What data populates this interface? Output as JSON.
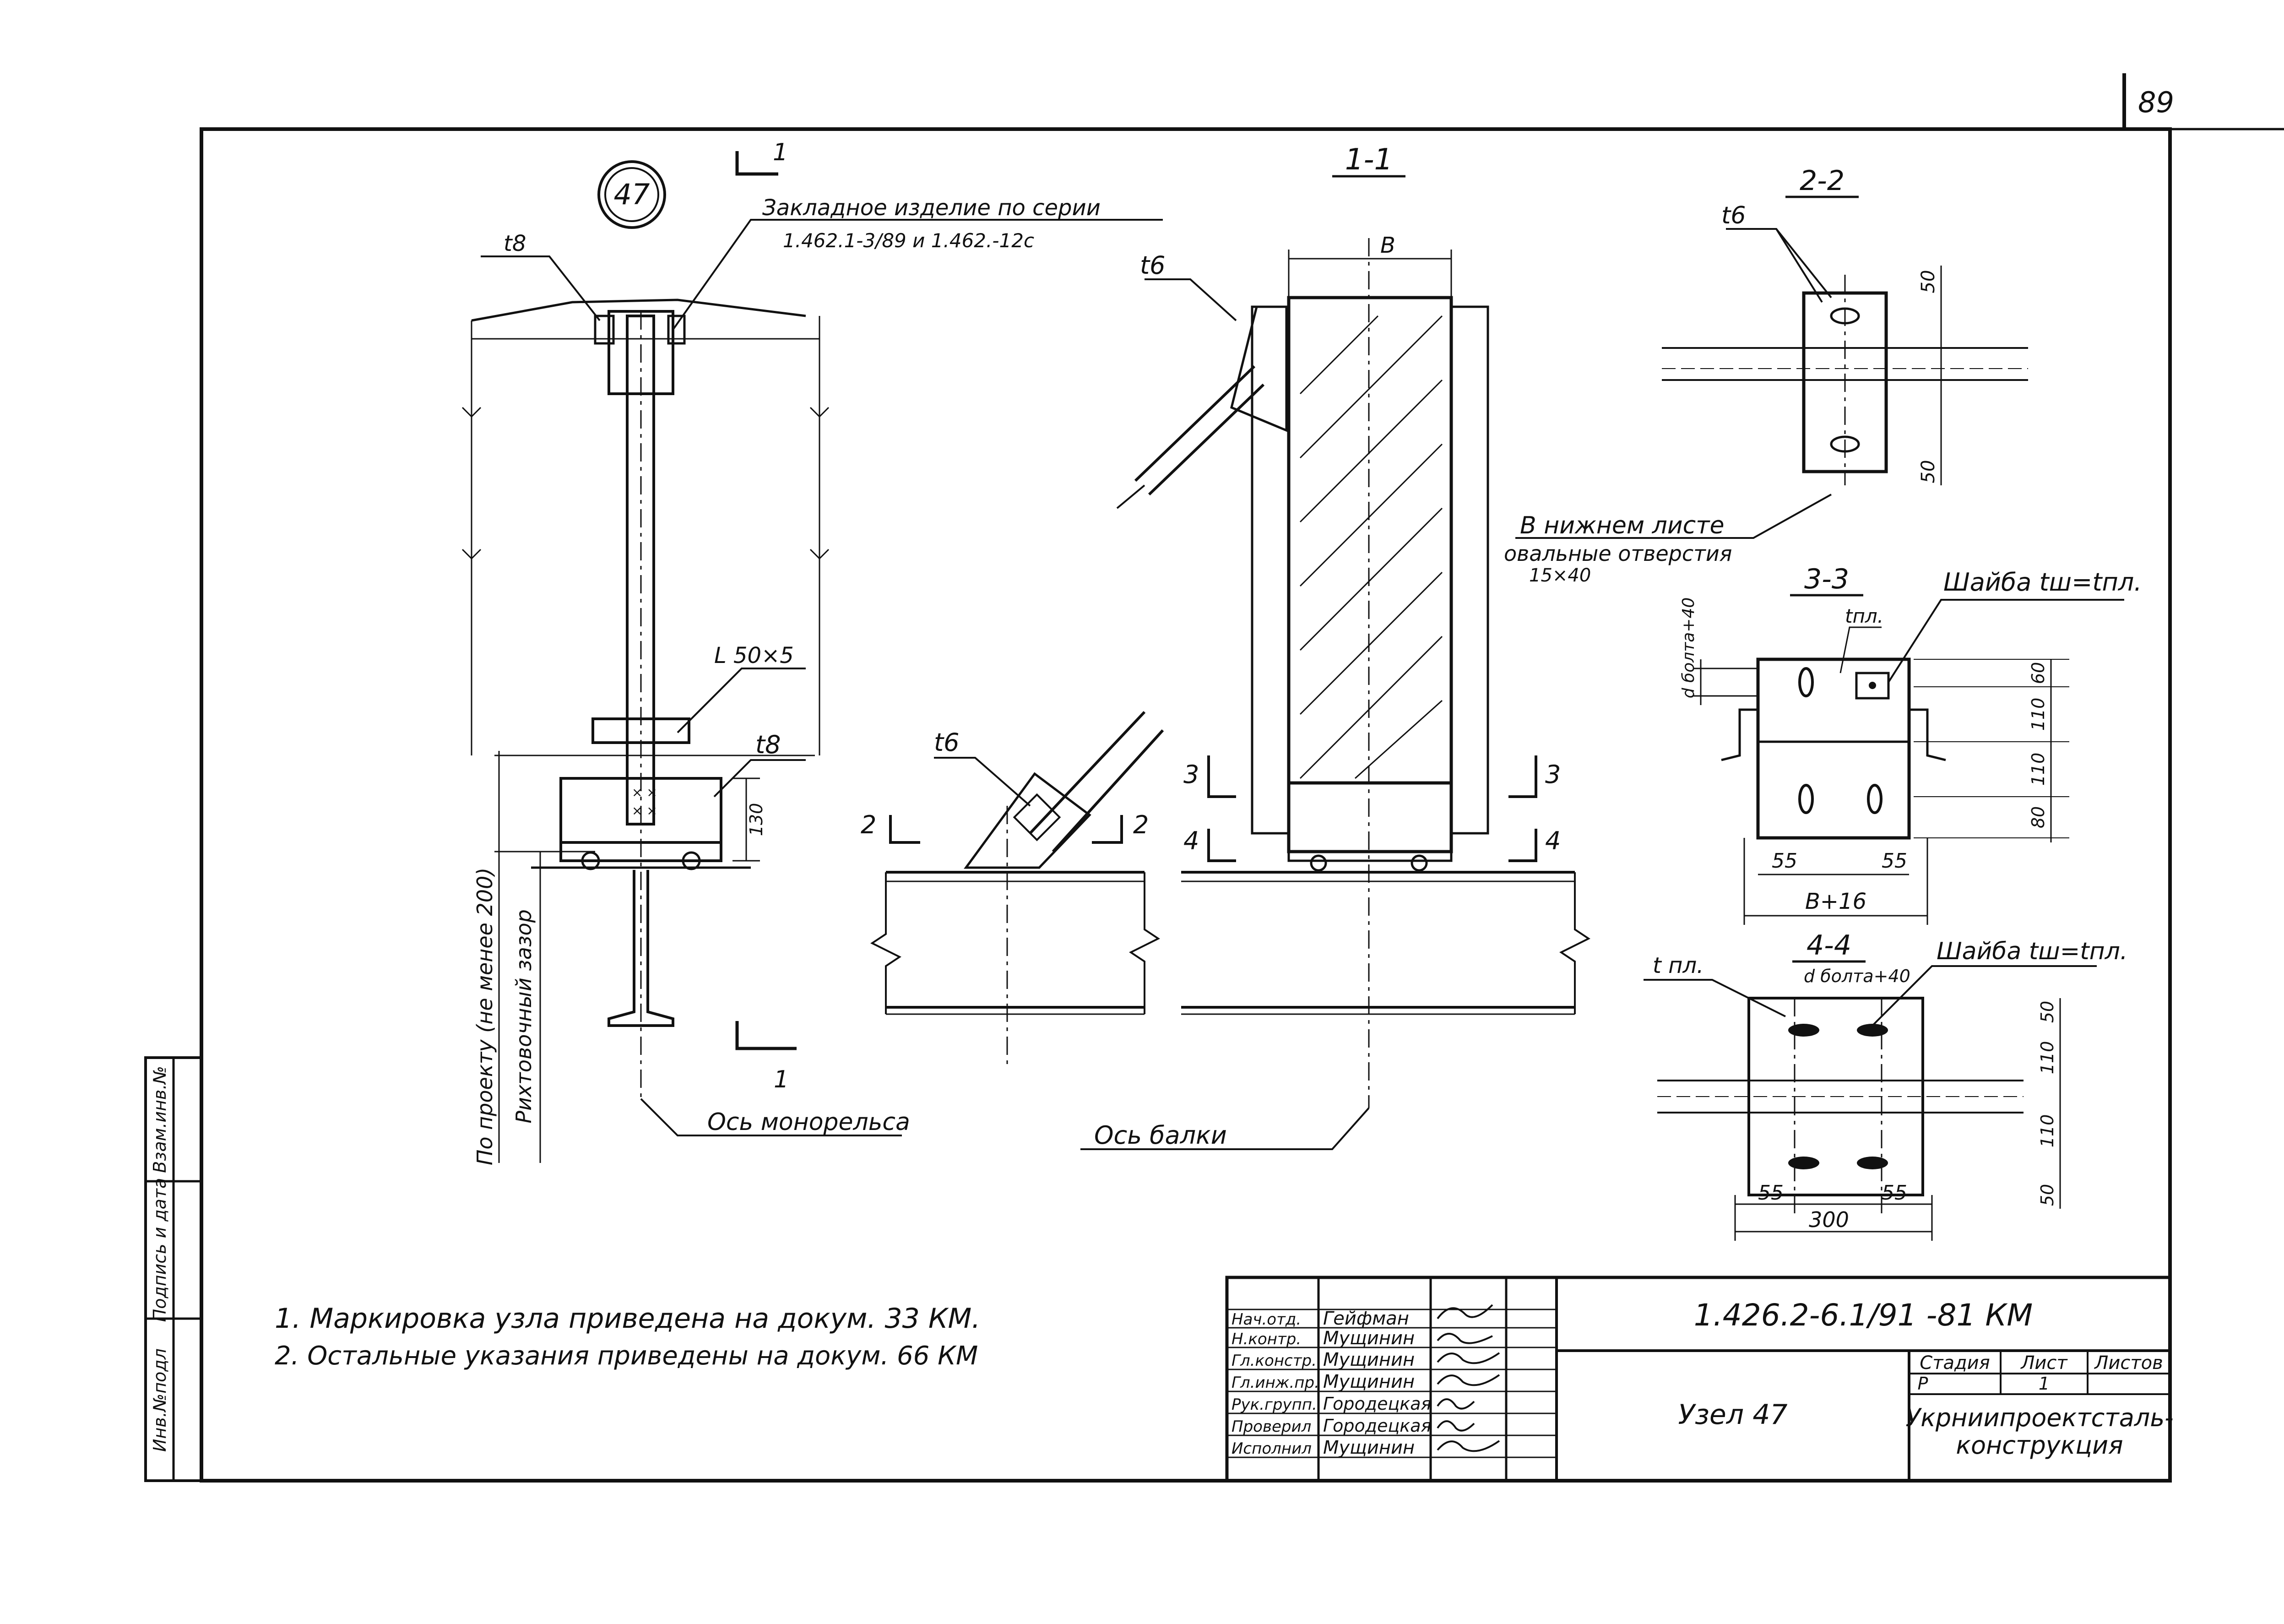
{
  "sheet": {
    "page_number": "89",
    "node_number": "47",
    "side_stamp": [
      "Инв.№подл",
      "Подпись и дата",
      "Взам.инв.№"
    ]
  },
  "labels": {
    "embedded_part": "Закладное изделие по серии",
    "embedded_series": "1.462.1-3/89 и 1.462.-12с",
    "t8_top": "t8",
    "t8_plate": "t8",
    "angle": "L 50×5",
    "dim_130": "130",
    "design_min": "По проекту (не менее 200)",
    "adjust_gap": "Рихтовочный зазор",
    "monorail_axis": "Ось монорельса",
    "section_1_1": "1-1",
    "mark_1": "1",
    "dim_b": "B",
    "t6_11": "t6",
    "t6_brace": "t6",
    "mark_2": "2",
    "mark_3": "3",
    "mark_4": "4",
    "beam_axis": "Ось балки",
    "section_2_2": "2-2",
    "t6_22": "t6",
    "dim_50": "50",
    "bottom_sheet": "В нижнем листе",
    "oval_holes": "овальные отверстия",
    "oval_size": "15×40",
    "section_3_3": "3-3",
    "washer": "Шайба tш=tпл.",
    "d_bolt": "d болта+40",
    "t_pl": "tпл.",
    "dim_60": "60",
    "dim_110": "110",
    "dim_80": "80",
    "dim_55": "55",
    "dim_b16": "B+16",
    "section_4_4": "4-4",
    "t_pl_44": "t пл.",
    "d_bolt_44": "d болта+40",
    "washer_44": "Шайба tш=tпл.",
    "dim_300": "300"
  },
  "notes": [
    "1. Маркировка узла приведена на докум. 33 КМ.",
    "2. Остальные указания приведены на докум. 66 КМ"
  ],
  "title_block": {
    "roles": [
      "Нач.отд.",
      "Н.контр.",
      "Гл.констр.",
      "Гл.инж.пр.",
      "Рук.групп.",
      "Проверил",
      "Исполнил"
    ],
    "names": [
      "Гейфман",
      "Мущинин",
      "Мущинин",
      "Мущинин",
      "Городецкая",
      "Городецкая",
      "Мущинин"
    ],
    "document_code": "1.426.2-6.1/91 -81 КМ",
    "drawing_title": "Узел 47",
    "stage_label": "Стадия",
    "sheet_label": "Лист",
    "sheets_label": "Листов",
    "stage_value": "Р",
    "sheet_value": "1",
    "organization_line1": "Укрниипроектсталь-",
    "organization_line2": "конструкция"
  }
}
